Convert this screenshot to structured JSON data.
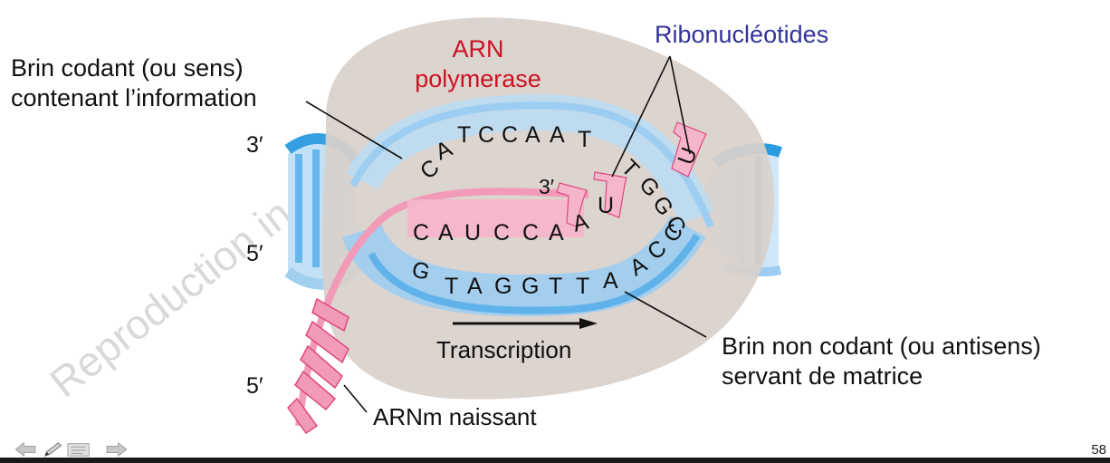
{
  "diagram": {
    "title_enzyme": [
      "ARN",
      "polymerase"
    ],
    "ribonucleotides_label": "Ribonucléotides",
    "coding_strand_label": [
      "Brin codant (ou sens)",
      "contenant l’information"
    ],
    "template_strand_label": [
      "Brin non codant (ou antisens)",
      "servant de matrice"
    ],
    "mrna_label": "ARNm naissant",
    "transcription_label": "Transcription",
    "ends": {
      "coding_3": "3′",
      "template_5": "5′",
      "mrna_5": "5′",
      "rna_3": "3′"
    },
    "coding_strand_bases": [
      "C",
      "A",
      "T",
      "C",
      "C",
      "A",
      "A",
      "T",
      "T",
      "G",
      "G",
      "C"
    ],
    "rna_bases": [
      "C",
      "A",
      "U",
      "C",
      "C",
      "A",
      "A",
      "U"
    ],
    "template_strand_bases": [
      "G",
      "T",
      "A",
      "G",
      "G",
      "T",
      "T",
      "A",
      "A",
      "C",
      "C"
    ],
    "free_nucleotide": "U",
    "watermark": "Reproduction in"
  },
  "footer": {
    "page_number": "58",
    "nav": {
      "prev_icon": "arrow-left-icon",
      "pen_icon": "pen-icon",
      "menu_icon": "menu-icon",
      "next_icon": "arrow-right-icon"
    }
  },
  "colors": {
    "enzyme": "#d9d1cb",
    "dna": "#9dcdf0",
    "dna_dark": "#2a9be0",
    "rna": "#f29bb8",
    "rna_dark": "#e0487e",
    "enzyme_label": "#cc1122",
    "ribonucleotide_label": "#33339a"
  }
}
